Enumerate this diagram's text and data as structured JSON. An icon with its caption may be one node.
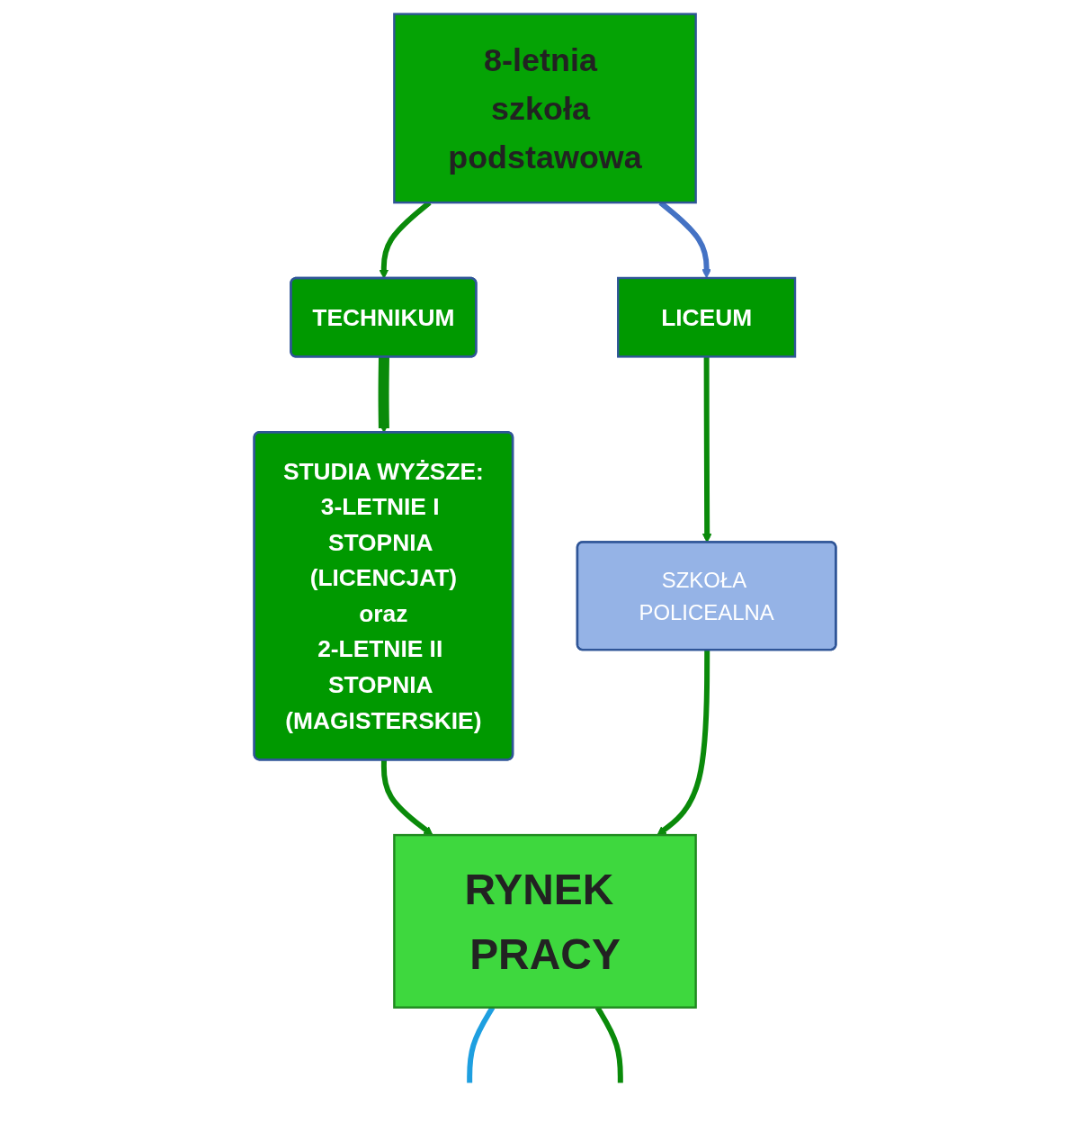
{
  "diagram": {
    "nodes": [
      {
        "text": [
          "8-letnia szkoła podstawowa"
        ]
      },
      {
        "text": [
          "TECHNIKUM"
        ]
      },
      {
        "text": [
          "LICEUM"
        ]
      },
      {
        "text": [
          "SZKOŁA POLICEALNA"
        ]
      },
      {
        "text": [
          "STUDIA WYŻSZE:",
          "3-LETNIE I STOPNIA (LICENCJAT)",
          "oraz",
          "2-LETNIE II STOPNIA (MAGISTERSKIE)"
        ]
      },
      {
        "text": [
          "RYNEK PRACY"
        ]
      }
    ],
    "edges": [
      {
        "from": 0,
        "to": 1,
        "arrow": "to"
      },
      {
        "from": 0,
        "to": 2,
        "arrow": "to",
        "color": "#4472c4"
      },
      {
        "from": 2,
        "to": 3,
        "arrow": "to"
      },
      {
        "from": 1,
        "to": 4,
        "arrow": "to",
        "style": "thick"
      },
      {
        "from": 4,
        "to": 5,
        "arrow": "to"
      },
      {
        "from": 3,
        "to": 5,
        "arrow": "to"
      },
      {
        "from": 5,
        "to": null,
        "arrow": "none",
        "color": "#1e9fe0"
      },
      {
        "from": 5,
        "to": null,
        "arrow": "none"
      }
    ]
  }
}
